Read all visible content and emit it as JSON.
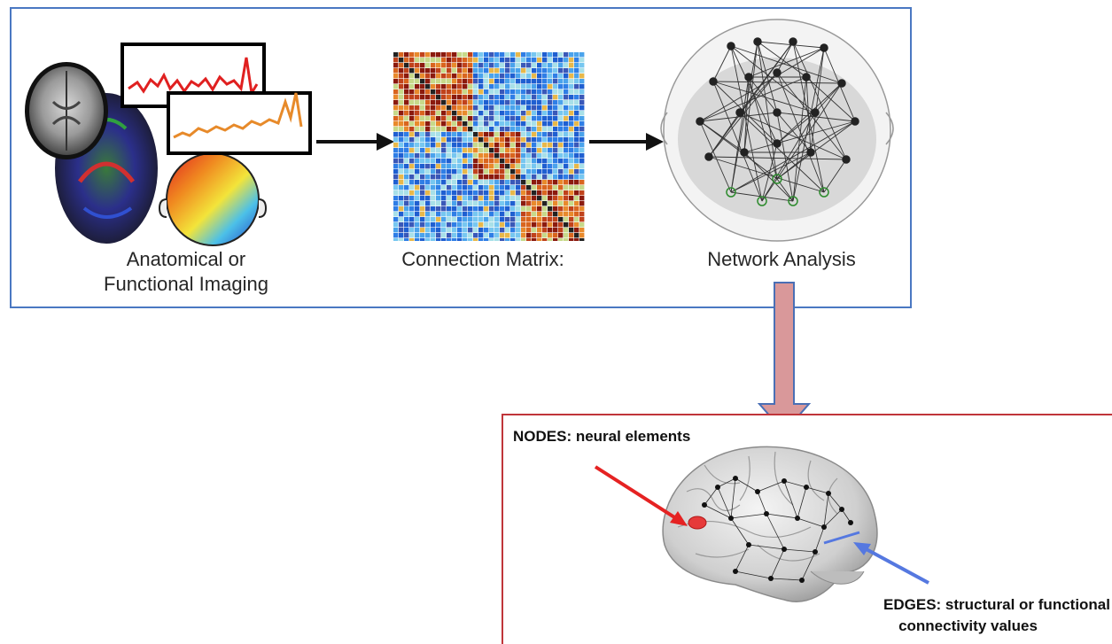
{
  "pipeline": {
    "steps": [
      {
        "label_line1": "Anatomical or",
        "label_line2": "Functional Imaging"
      },
      {
        "label": "Connection Matrix:"
      },
      {
        "label": "Network Analysis"
      }
    ]
  },
  "detail": {
    "nodes_label": "NODES: neural elements",
    "edges_label_line1": "EDGES: structural or functional",
    "edges_label_line2": "connectivity values"
  },
  "colors": {
    "top_border": "#4a78c2",
    "bottom_border": "#c0353a",
    "down_arrow_fill": "#d9989a",
    "down_arrow_stroke": "#4a6fb5",
    "node_arrow": "#e52222",
    "edge_arrow": "#5578e0"
  }
}
